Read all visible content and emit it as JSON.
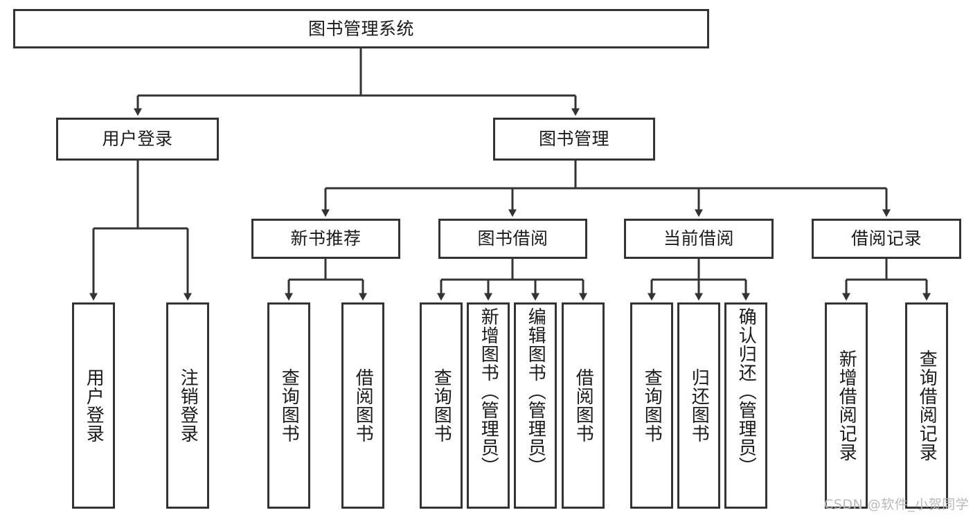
{
  "diagram": {
    "title": "图书管理系统",
    "type": "hierarchy-tree",
    "watermark": "CSDN @软件_小贺同学",
    "colors": {
      "background": "#ffffff",
      "node_border": "#333333",
      "node_fill": "#ffffff",
      "edge": "#333333",
      "text": "#1a1a1a",
      "watermark": "#b9b9b9"
    },
    "levels": 4
  },
  "nodes": {
    "root": {
      "label": "图书管理系统",
      "level": 1
    },
    "level2": [
      {
        "id": "user-login",
        "label": "用户登录",
        "level": 2
      },
      {
        "id": "book-manage",
        "label": "图书管理",
        "level": 2
      }
    ],
    "level3": [
      {
        "id": "new-book-recommend",
        "label": "新书推荐",
        "level": 3,
        "parent": "book-manage"
      },
      {
        "id": "book-borrow",
        "label": "图书借阅",
        "level": 3,
        "parent": "book-manage"
      },
      {
        "id": "current-borrow",
        "label": "当前借阅",
        "level": 3,
        "parent": "book-manage"
      },
      {
        "id": "borrow-record",
        "label": "借阅记录",
        "level": 3,
        "parent": "book-manage"
      }
    ],
    "leaves": [
      {
        "id": "leaf-user-login",
        "label": "用户登录",
        "parent": "user-login"
      },
      {
        "id": "leaf-logout-login",
        "label": "注销登录",
        "parent": "user-login"
      },
      {
        "id": "leaf-query-book-1",
        "label": "查询图书",
        "parent": "new-book-recommend"
      },
      {
        "id": "leaf-borrow-book-1",
        "label": "借阅图书",
        "parent": "new-book-recommend"
      },
      {
        "id": "leaf-query-book-2",
        "label": "查询图书",
        "parent": "book-borrow"
      },
      {
        "id": "leaf-add-book",
        "label": "新增图书（管理员）",
        "parent": "book-borrow"
      },
      {
        "id": "leaf-edit-book",
        "label": "编辑图书（管理员）",
        "parent": "book-borrow"
      },
      {
        "id": "leaf-borrow-book-2",
        "label": "借阅图书",
        "parent": "book-borrow"
      },
      {
        "id": "leaf-query-book-3",
        "label": "查询图书",
        "parent": "current-borrow"
      },
      {
        "id": "leaf-return-book",
        "label": "归还图书",
        "parent": "current-borrow"
      },
      {
        "id": "leaf-confirm-return",
        "label": "确认归还（管理员）",
        "parent": "current-borrow"
      },
      {
        "id": "leaf-add-record",
        "label": "新增借阅记录",
        "parent": "borrow-record"
      },
      {
        "id": "leaf-query-record",
        "label": "查询借阅记录",
        "parent": "borrow-record"
      }
    ]
  }
}
